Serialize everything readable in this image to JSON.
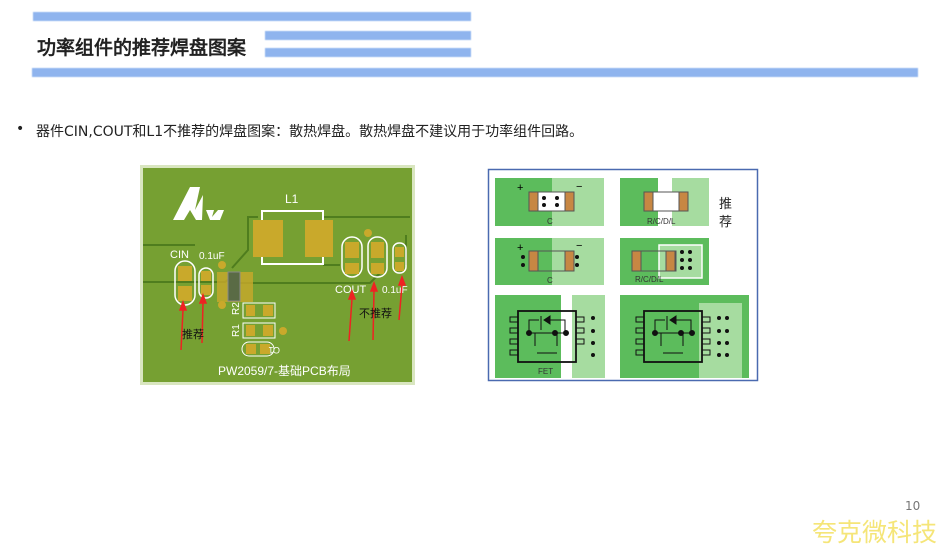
{
  "title": "功率组件的推荐焊盘图案",
  "bullet": "器件CIN,COUT和L1不推荐的焊盘图案：散热焊盘。散热焊盘不建议用于功率组件回路。",
  "pcb": {
    "l1": "L1",
    "cin": "CIN",
    "cin_cap": "0.1uF",
    "cout": "COUT",
    "cout_cap": "0.1uF",
    "r1": "R1",
    "r2": "R2",
    "c1": "C1",
    "recommended": "推荐",
    "not_recommended": "不推荐",
    "caption": "PW2059/7-基础PCB布局"
  },
  "pads": {
    "c1": "C",
    "rcdl1": "R/C/D/L",
    "c2": "C",
    "rcdl2": "R/C/D/L",
    "fet": "FET",
    "plus": "+",
    "minus": "−",
    "rec1": "推",
    "rec2": "荐"
  },
  "page_number": "10",
  "watermark": "夸克微科技"
}
